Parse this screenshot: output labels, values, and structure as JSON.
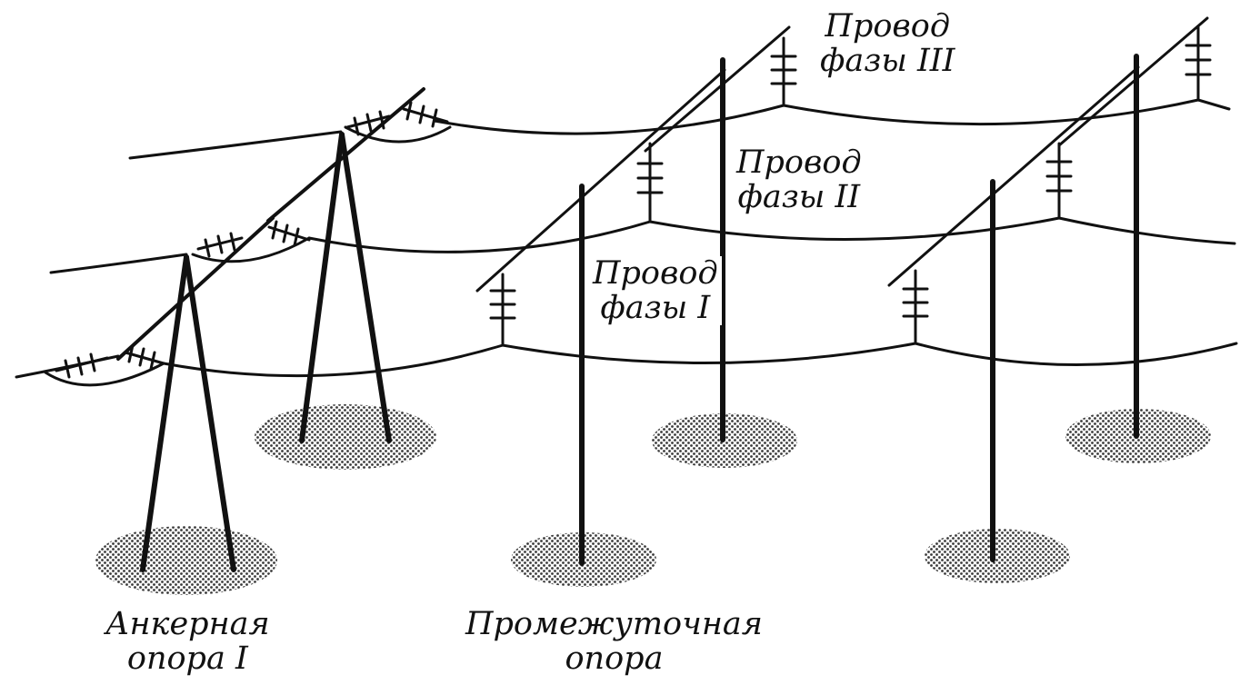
{
  "labels": {
    "phase3": {
      "line1": "Провод",
      "line2": "фазы III"
    },
    "phase2": {
      "line1": "Провод",
      "line2": "фазы II"
    },
    "phase1": {
      "line1": "Провод",
      "line2": "фазы I"
    },
    "anchor": {
      "line1": "Анкерная",
      "line2": "опора I"
    },
    "intermediate": {
      "line1": "Промежуточная",
      "line2": "опора"
    }
  },
  "colors": {
    "ink": "#111111",
    "ground_fill": "#7a7a7a",
    "background": "#ffffff"
  }
}
